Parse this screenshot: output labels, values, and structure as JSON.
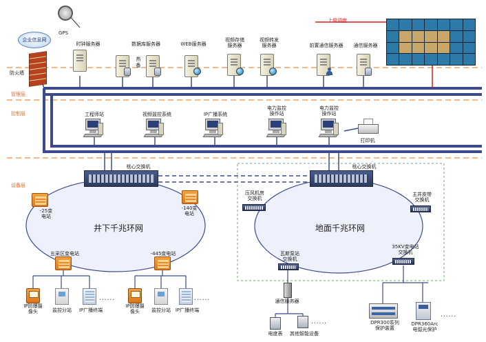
{
  "layers": {
    "management": "管理层",
    "control": "控制层",
    "equipment": "设备层"
  },
  "top": {
    "enterprise_network": "企业信息网",
    "firewall": "防火墙",
    "gps": "GPS",
    "upper_dispatch": "上级调度"
  },
  "servers": [
    {
      "label": "时钟服务器"
    },
    {
      "label": "数据库服务器"
    },
    {
      "label": "热备"
    },
    {
      "label": "WEB服务器"
    },
    {
      "label": "视频存储\n服务器"
    },
    {
      "label": "视频转发\n服务器"
    },
    {
      "label": "前置通信服务器"
    },
    {
      "label": "通信服务器"
    }
  ],
  "workstations": [
    {
      "label": "工程师站"
    },
    {
      "label": "视频监控系统"
    },
    {
      "label": "IP广播系统"
    },
    {
      "label": "电力监控\n操作站"
    },
    {
      "label": "电力监控\n操作站"
    }
  ],
  "printer": "打印机",
  "core_switch_left": "核心交换机",
  "core_switch_right": "核心交换机",
  "ring_left": "井下千兆环网",
  "ring_right": "地面千兆环网",
  "substations": {
    "sub_25": "-25变\n电站",
    "sub_140": "-140变\n电站",
    "wucai": "五采区变电站",
    "sub_445": "-445变电站"
  },
  "ground_switches": {
    "fan_room": "压风机房\n交换机",
    "belt": "主井皮带\n交换机",
    "gas_pump": "瓦斯泵站\n交换机",
    "kv35": "35KV变电站\n交换机"
  },
  "endpoints_left": {
    "ip_camera": "IP防爆摄\n像头",
    "monitor_station": "监控分站",
    "broadcast": "IP广播终端",
    "ellipsis": "......"
  },
  "endpoints_right": {
    "ip_camera": "IP防爆摄\n像头",
    "monitor_station": "监控分站",
    "broadcast": "IP广播终端",
    "ellipsis": "......"
  },
  "comm_server": "通信服务器",
  "comm_devices": {
    "meter": "电度表",
    "smart": "其他智能设备",
    "ellipsis": "......"
  },
  "protection": {
    "dpr300": "DPR300系列\n保护装置",
    "dpr360": "DPR360Arc\n电弧光保护",
    "ellipsis": "......"
  },
  "colors": {
    "bus": "#3b4a8c",
    "layer_text": "#e07030",
    "dashed_orange": "#f0a060",
    "red_line": "#d02020",
    "green_dash": "#6aa86a"
  }
}
